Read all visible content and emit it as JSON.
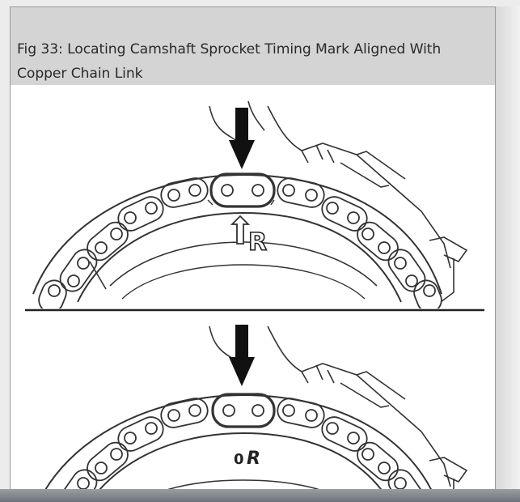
{
  "figure": {
    "caption_line1": "Fig 33: Locating Camshaft Sprocket Timing Mark Aligned With",
    "caption_line2": "Copper Chain Link",
    "upper_mark": "R",
    "lower_mark_prefix": "0",
    "lower_mark_letter": "R"
  },
  "colors": {
    "caption_bg": "#d4d4d4",
    "line": "#333333"
  },
  "icons": [
    "arrow-down-icon",
    "arrow-up-icon"
  ]
}
